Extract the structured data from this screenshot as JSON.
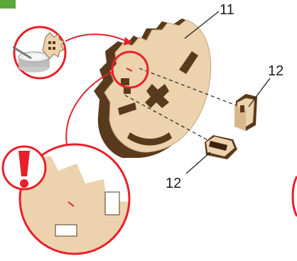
{
  "diagram": {
    "callouts": {
      "part_main": "11",
      "part_upper": "12",
      "part_lower": "12"
    },
    "colors": {
      "wood_light": "#ecd2ad",
      "wood_dark": "#5a3a1c",
      "accent_red": "#e8202a",
      "step_green": "#5aa83a",
      "leader": "#222222"
    },
    "icons": [
      "glue-pot-icon",
      "warning-exclamation-icon"
    ]
  }
}
